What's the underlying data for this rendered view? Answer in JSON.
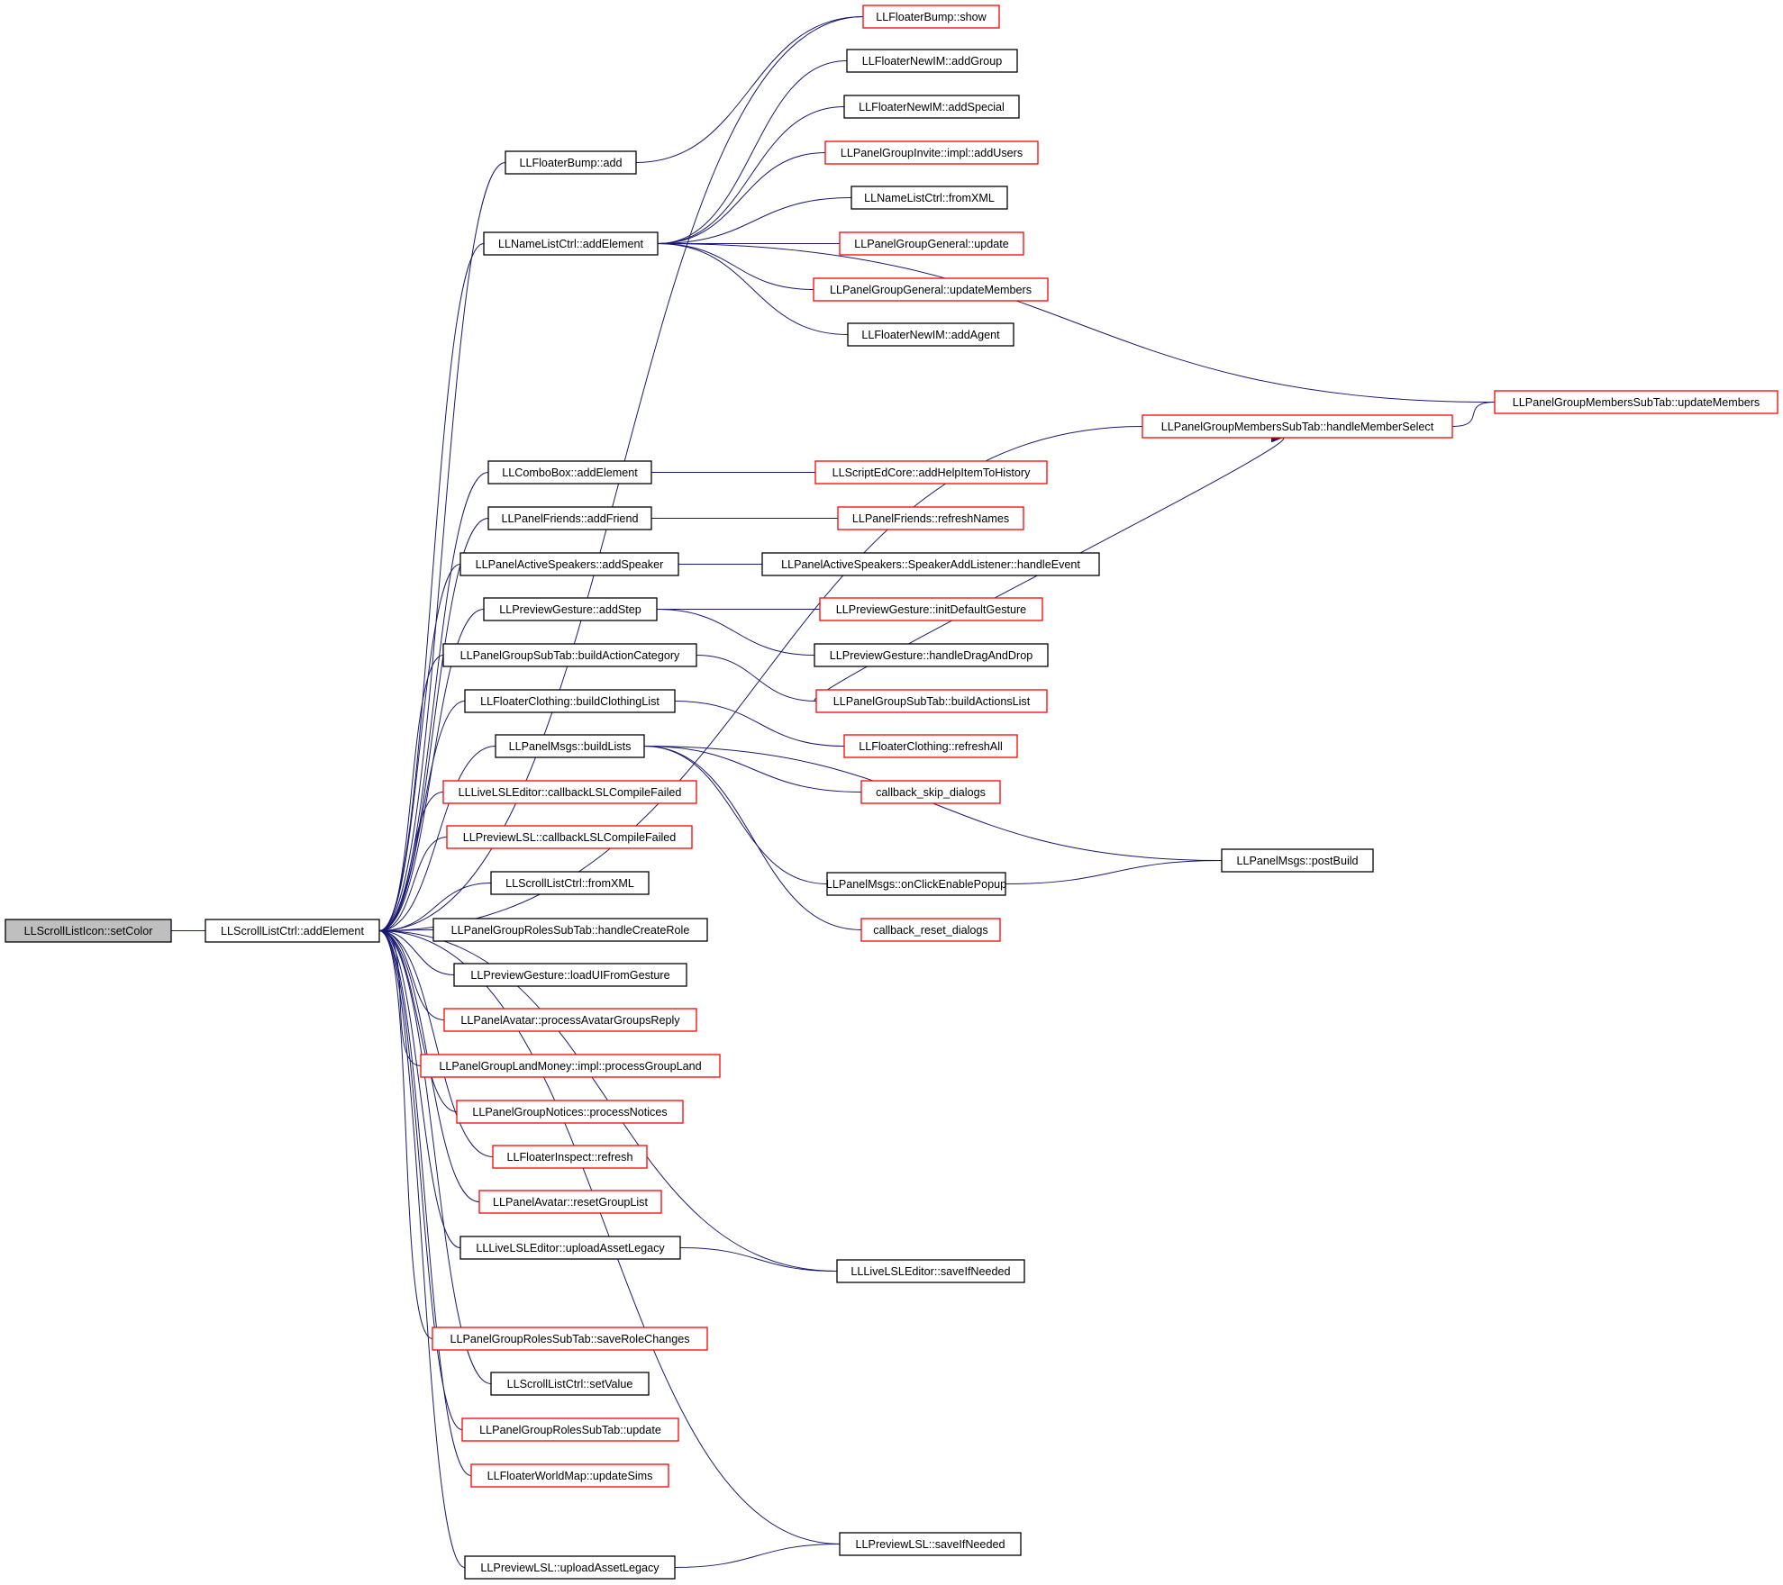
{
  "colors": {
    "edge": "#191970",
    "border_documented": "#000000",
    "border_undocumented": "#ff0000",
    "focus_fill": "#bfbfbf",
    "node_fill": "#ffffff"
  },
  "nodes": [
    {
      "id": "n0",
      "label": "LLScrollListIcon::setColor",
      "focus": true,
      "red": false
    },
    {
      "id": "n1",
      "label": "LLScrollListCtrl::addElement",
      "red": false
    },
    {
      "id": "n2",
      "label": "LLFloaterBump::add",
      "red": false
    },
    {
      "id": "n3",
      "label": "LLFloaterBump::show",
      "red": true
    },
    {
      "id": "n4",
      "label": "LLNameListCtrl::addElement",
      "red": false
    },
    {
      "id": "n5",
      "label": "LLFloaterNewIM::addGroup",
      "red": false
    },
    {
      "id": "n6",
      "label": "LLFloaterNewIM::addSpecial",
      "red": false
    },
    {
      "id": "n7",
      "label": "LLPanelGroupInvite::impl::addUsers",
      "red": true
    },
    {
      "id": "n8",
      "label": "LLNameListCtrl::fromXML",
      "red": false
    },
    {
      "id": "n9",
      "label": "LLPanelGroupGeneral::update",
      "red": true
    },
    {
      "id": "n10",
      "label": "LLPanelGroupGeneral::updateMembers",
      "red": true
    },
    {
      "id": "n11",
      "label": "LLFloaterNewIM::addAgent",
      "red": false
    },
    {
      "id": "n12",
      "label": "LLPanelGroupMembersSubTab::updateMembers",
      "red": true
    },
    {
      "id": "n13",
      "label": "LLPanelGroupMembersSubTab::handleMemberSelect",
      "red": true
    },
    {
      "id": "n14",
      "label": "LLComboBox::addElement",
      "red": false
    },
    {
      "id": "n15",
      "label": "LLScriptEdCore::addHelpItemToHistory",
      "red": true
    },
    {
      "id": "n16",
      "label": "LLPanelFriends::addFriend",
      "red": false
    },
    {
      "id": "n17",
      "label": "LLPanelFriends::refreshNames",
      "red": true
    },
    {
      "id": "n18",
      "label": "LLPanelActiveSpeakers::addSpeaker",
      "red": false
    },
    {
      "id": "n19",
      "label": "LLPanelActiveSpeakers::SpeakerAddListener::handleEvent",
      "red": false
    },
    {
      "id": "n20",
      "label": "LLPreviewGesture::addStep",
      "red": false
    },
    {
      "id": "n21",
      "label": "LLPreviewGesture::initDefaultGesture",
      "red": true
    },
    {
      "id": "n22",
      "label": "LLPreviewGesture::handleDragAndDrop",
      "red": false
    },
    {
      "id": "n23",
      "label": "LLPanelGroupSubTab::buildActionCategory",
      "red": false
    },
    {
      "id": "n24",
      "label": "LLPanelGroupSubTab::buildActionsList",
      "red": true
    },
    {
      "id": "n25",
      "label": "LLFloaterClothing::buildClothingList",
      "red": false
    },
    {
      "id": "n26",
      "label": "LLFloaterClothing::refreshAll",
      "red": true
    },
    {
      "id": "n27",
      "label": "LLPanelMsgs::buildLists",
      "red": false
    },
    {
      "id": "n28",
      "label": "callback_skip_dialogs",
      "red": true
    },
    {
      "id": "n29",
      "label": "LLPanelMsgs::postBuild",
      "red": false
    },
    {
      "id": "n30",
      "label": "LLPanelMsgs::onClickEnablePopup",
      "red": false
    },
    {
      "id": "n31",
      "label": "callback_reset_dialogs",
      "red": true
    },
    {
      "id": "n32",
      "label": "LLLiveLSLEditor::callbackLSLCompileFailed",
      "red": true
    },
    {
      "id": "n33",
      "label": "LLPreviewLSL::callbackLSLCompileFailed",
      "red": true
    },
    {
      "id": "n34",
      "label": "LLScrollListCtrl::fromXML",
      "red": false
    },
    {
      "id": "n35",
      "label": "LLPanelGroupRolesSubTab::handleCreateRole",
      "red": false
    },
    {
      "id": "n36",
      "label": "LLPreviewGesture::loadUIFromGesture",
      "red": false
    },
    {
      "id": "n37",
      "label": "LLPanelAvatar::processAvatarGroupsReply",
      "red": true
    },
    {
      "id": "n38",
      "label": "LLPanelGroupLandMoney::impl::processGroupLand",
      "red": true
    },
    {
      "id": "n39",
      "label": "LLPanelGroupNotices::processNotices",
      "red": true
    },
    {
      "id": "n40",
      "label": "LLFloaterInspect::refresh",
      "red": true
    },
    {
      "id": "n41",
      "label": "LLPanelAvatar::resetGroupList",
      "red": true
    },
    {
      "id": "n42",
      "label": "LLLiveLSLEditor::uploadAssetLegacy",
      "red": false
    },
    {
      "id": "n43",
      "label": "LLLiveLSLEditor::saveIfNeeded",
      "red": false
    },
    {
      "id": "n44",
      "label": "LLPanelGroupRolesSubTab::saveRoleChanges",
      "red": true
    },
    {
      "id": "n45",
      "label": "LLScrollListCtrl::setValue",
      "red": false
    },
    {
      "id": "n46",
      "label": "LLPanelGroupRolesSubTab::update",
      "red": true
    },
    {
      "id": "n47",
      "label": "LLFloaterWorldMap::updateSims",
      "red": true
    },
    {
      "id": "n48",
      "label": "LLPreviewLSL::saveIfNeeded",
      "red": false
    },
    {
      "id": "n49",
      "label": "LLPreviewLSL::uploadAssetLegacy",
      "red": false
    }
  ],
  "edges": [
    [
      "n1",
      "n0"
    ],
    [
      "n2",
      "n1"
    ],
    [
      "n3",
      "n1"
    ],
    [
      "n3",
      "n2"
    ],
    [
      "n4",
      "n1"
    ],
    [
      "n5",
      "n4"
    ],
    [
      "n6",
      "n4"
    ],
    [
      "n7",
      "n4"
    ],
    [
      "n8",
      "n4"
    ],
    [
      "n9",
      "n4"
    ],
    [
      "n10",
      "n4"
    ],
    [
      "n11",
      "n4"
    ],
    [
      "n12",
      "n4"
    ],
    [
      "n13",
      "n1"
    ],
    [
      "n12",
      "n13"
    ],
    [
      "n14",
      "n1"
    ],
    [
      "n15",
      "n14"
    ],
    [
      "n16",
      "n1"
    ],
    [
      "n17",
      "n16"
    ],
    [
      "n18",
      "n1"
    ],
    [
      "n19",
      "n18"
    ],
    [
      "n20",
      "n1"
    ],
    [
      "n21",
      "n20"
    ],
    [
      "n22",
      "n20"
    ],
    [
      "n23",
      "n1"
    ],
    [
      "n24",
      "n23"
    ],
    [
      "n24",
      "n13"
    ],
    [
      "n25",
      "n1"
    ],
    [
      "n26",
      "n25"
    ],
    [
      "n27",
      "n1"
    ],
    [
      "n28",
      "n27"
    ],
    [
      "n29",
      "n27"
    ],
    [
      "n30",
      "n27"
    ],
    [
      "n31",
      "n27"
    ],
    [
      "n29",
      "n30"
    ],
    [
      "n32",
      "n1"
    ],
    [
      "n33",
      "n1"
    ],
    [
      "n34",
      "n1"
    ],
    [
      "n35",
      "n1"
    ],
    [
      "n36",
      "n1"
    ],
    [
      "n37",
      "n1"
    ],
    [
      "n38",
      "n1"
    ],
    [
      "n39",
      "n1"
    ],
    [
      "n40",
      "n1"
    ],
    [
      "n41",
      "n1"
    ],
    [
      "n42",
      "n1"
    ],
    [
      "n43",
      "n1"
    ],
    [
      "n43",
      "n42"
    ],
    [
      "n44",
      "n1"
    ],
    [
      "n45",
      "n1"
    ],
    [
      "n46",
      "n1"
    ],
    [
      "n47",
      "n1"
    ],
    [
      "n48",
      "n1"
    ],
    [
      "n49",
      "n1"
    ],
    [
      "n48",
      "n49"
    ]
  ]
}
